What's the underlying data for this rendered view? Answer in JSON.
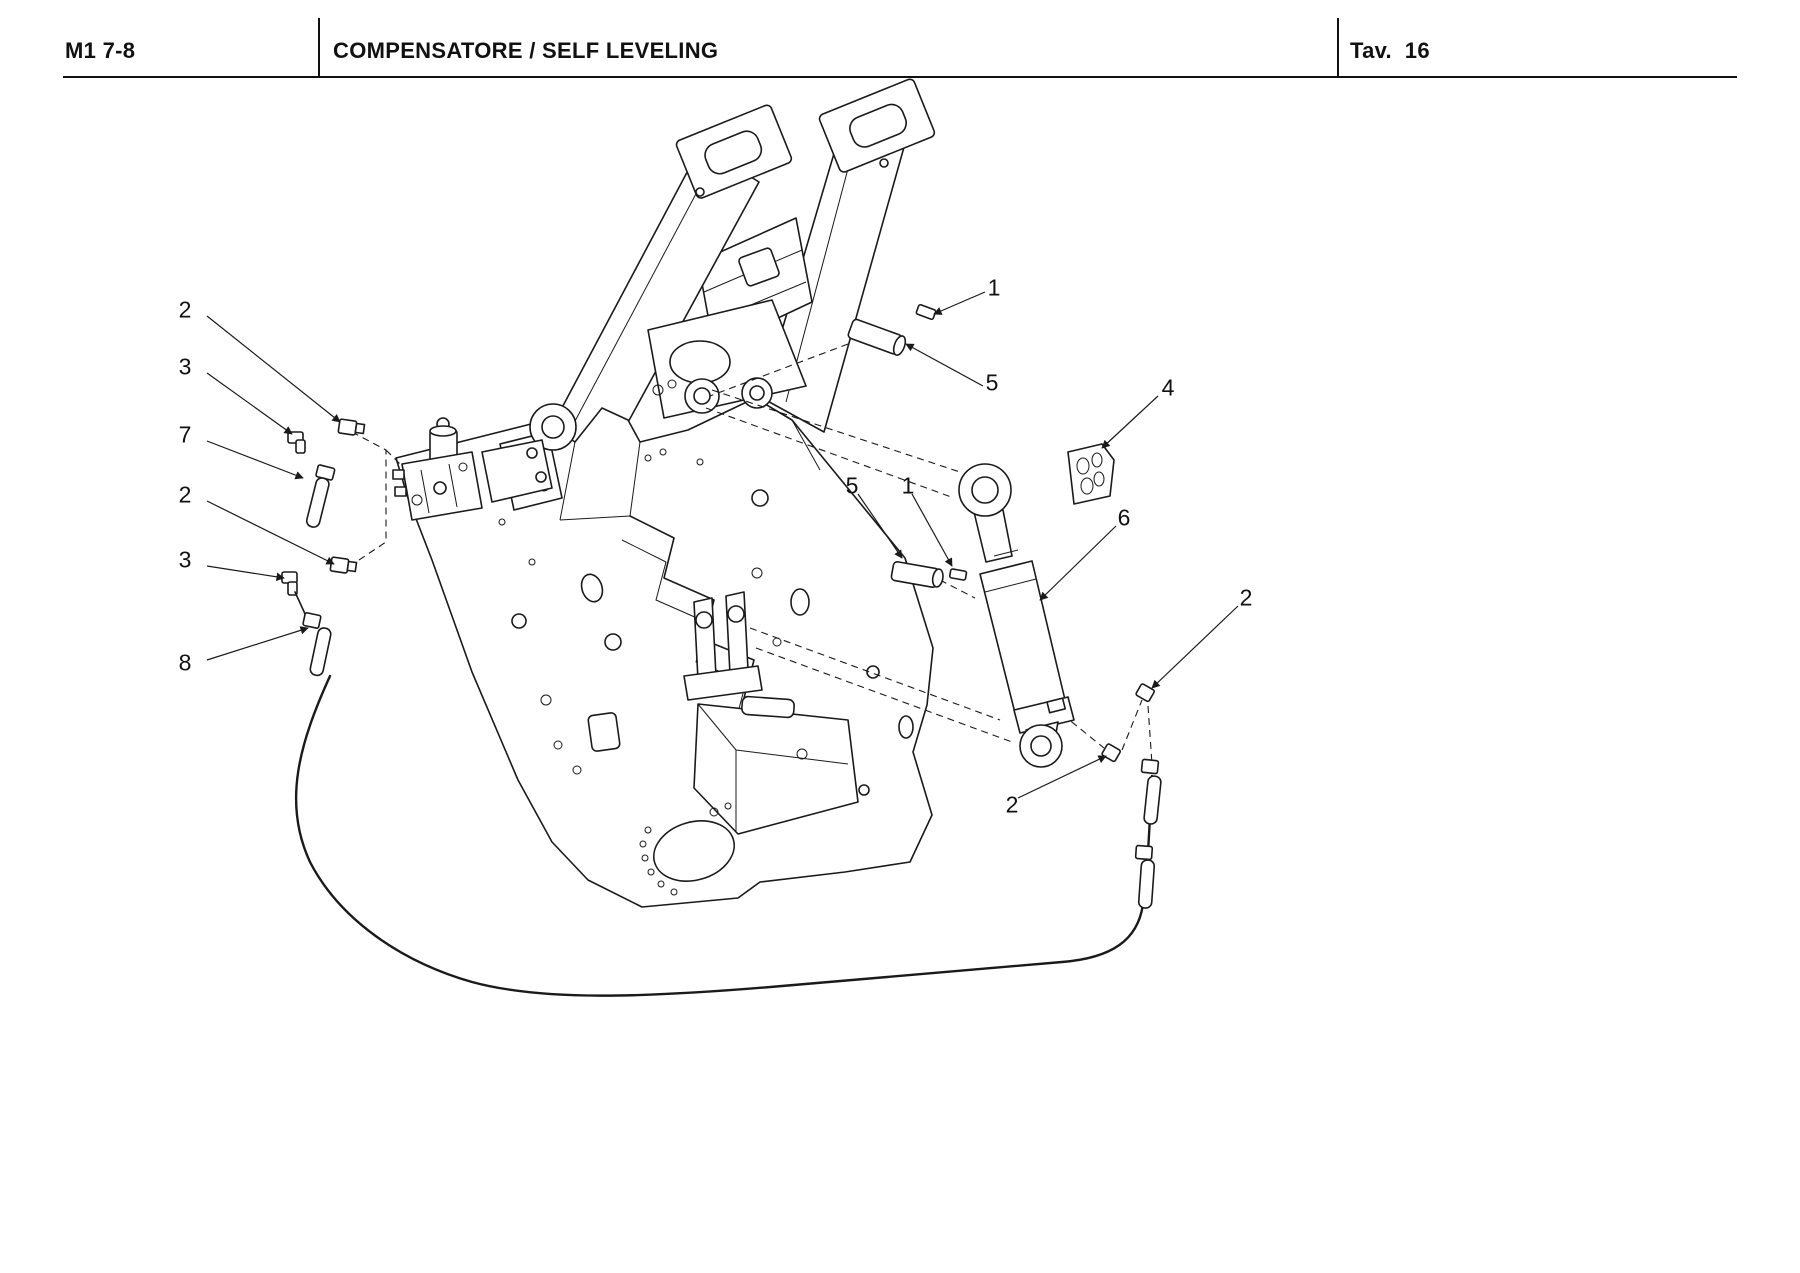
{
  "header": {
    "model_code": "M1 7-8",
    "title": "COMPENSATORE / SELF LEVELING",
    "table_label": "Tav.  16"
  },
  "colors": {
    "ink": "#1a1a1a",
    "paper": "#ffffff"
  },
  "callouts": [
    {
      "label": "2"
    },
    {
      "label": "3"
    },
    {
      "label": "7"
    },
    {
      "label": "2"
    },
    {
      "label": "3"
    },
    {
      "label": "8"
    },
    {
      "label": "1"
    },
    {
      "label": "5"
    },
    {
      "label": "4"
    },
    {
      "label": "5"
    },
    {
      "label": "1"
    },
    {
      "label": "6"
    },
    {
      "label": "2"
    },
    {
      "label": "2"
    }
  ]
}
